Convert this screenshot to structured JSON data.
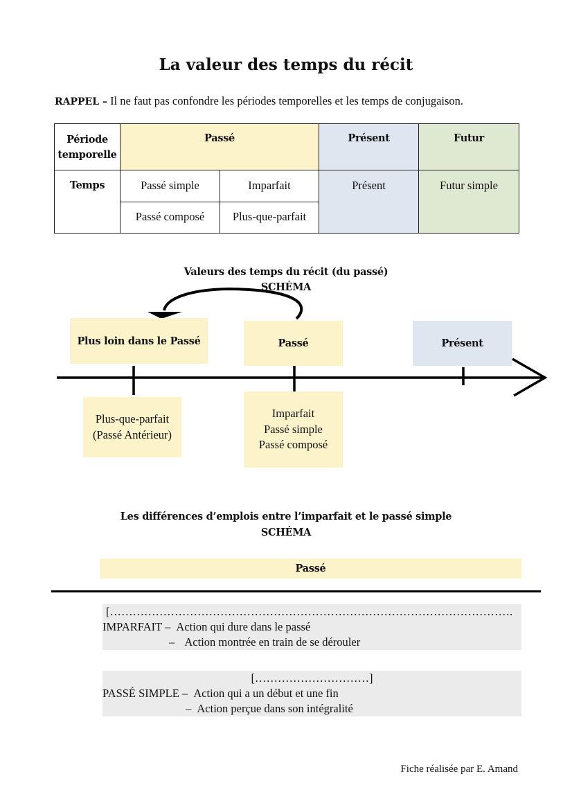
{
  "title": "La valeur des temps du récit",
  "rappel": {
    "label": "RAPPEL –",
    "text": "Il ne faut pas confondre les périodes temporelles et les temps de conjugaison."
  },
  "table": {
    "row1": {
      "header": "Période temporelle",
      "passe": "Passé",
      "present": "Présent",
      "futur": "Futur"
    },
    "row2": {
      "header": "Temps",
      "passe_simple": "Passé simple",
      "imparfait": "Imparfait",
      "present": "Présent",
      "futur_simple": "Futur simple",
      "passe_compose": "Passé composé",
      "plus_que_parfait": "Plus-que-parfait"
    }
  },
  "schema1": {
    "heading_line1": "Valeurs des temps du récit (du passé)",
    "heading_line2": "SCHÉMA",
    "boxes": {
      "plus_loin": "Plus loin dans le Passé",
      "passe": "Passé",
      "present": "Présent"
    },
    "tenses": {
      "plus_loin": [
        "Plus-que-parfait",
        "(Passé Antérieur)"
      ],
      "passe": [
        "Imparfait",
        "Passé simple",
        "Passé composé"
      ]
    }
  },
  "schema2": {
    "heading_line1": "Les différences d’emplois entre l’imparfait et le passé simple",
    "heading_line2": "SCHÉMA",
    "passe_label": "Passé",
    "imparfait": {
      "dots": "[…………………………………………………………………………………………….",
      "label": "IMPARFAIT –",
      "line1": "Action qui dure dans le passé",
      "dash": "–",
      "line2": "Action montrée en train de se dérouler"
    },
    "passe_simple": {
      "dots": "[…………………………]",
      "label": "PASSÉ SIMPLE –",
      "line1": "Action qui a un début et une fin",
      "dash": "–",
      "line2": "Action perçue dans son intégralité"
    }
  },
  "footer": "Fiche réalisée par E. Amand",
  "colors": {
    "past": "#fdf3cb",
    "present": "#dfe6f0",
    "future": "#dfe8d0",
    "grey": "#ebebeb"
  }
}
